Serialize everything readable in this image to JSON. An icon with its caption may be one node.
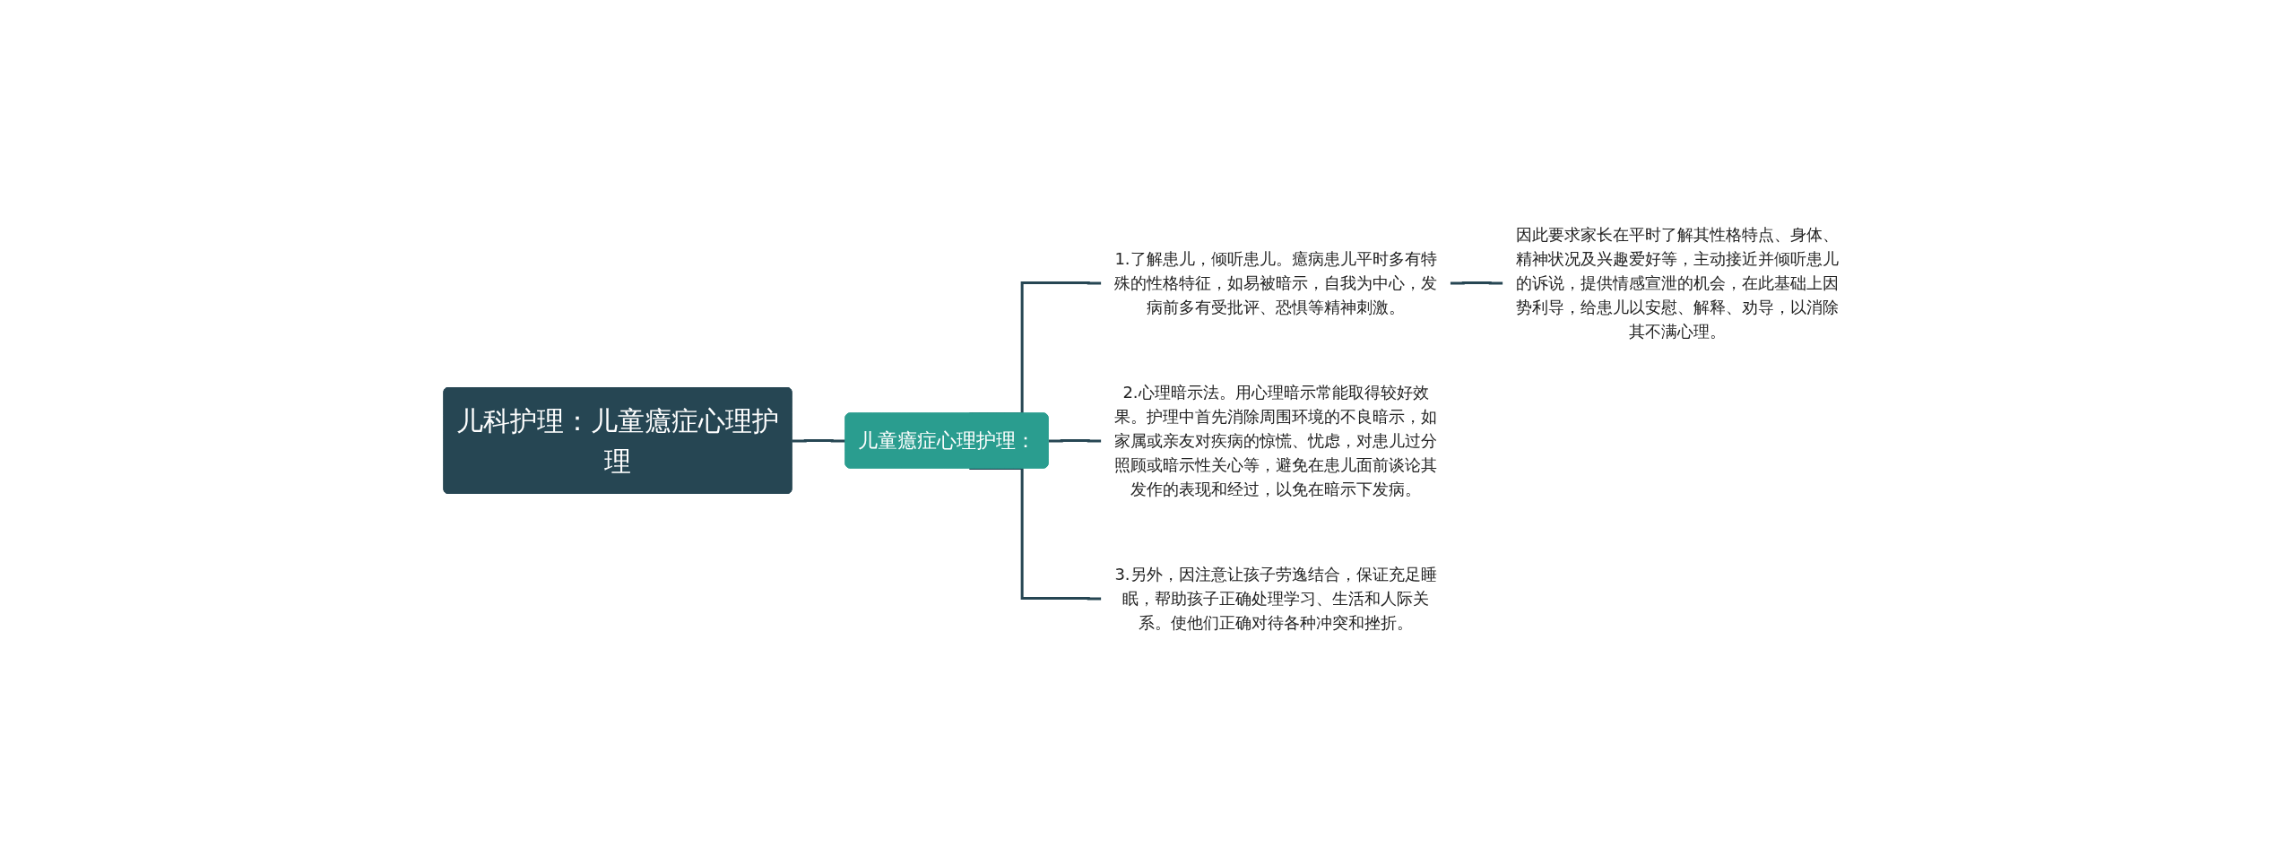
{
  "diagram": {
    "nodes": [
      {
        "text": [
          "儿科护理：儿童癔症心理护理"
        ]
      },
      {
        "text": [
          "儿童癔症心理护理："
        ]
      },
      {
        "text": [
          "1.了解患儿，倾听患儿。癔病患儿平时多有特殊的性格特征，如易被暗示，自我为中心，发病前多有受批评、恐惧等精神刺激。"
        ]
      },
      {
        "text": [
          "2.心理暗示法。用心理暗示常能取得较好效果。护理中首先消除周围环境的不良暗示，如家属或亲友对疾病的惊慌、忧虑，对患儿过分照顾或暗示性关心等，避免在患儿面前谈论其发作的表现和经过，以免在暗示下发病。"
        ]
      },
      {
        "text": [
          "3.另外，因注意让孩子劳逸结合，保证充足睡眠，帮助孩子正确处理学习、生活和人际关系。使他们正确对待各种冲突和挫折。"
        ]
      },
      {
        "text": [
          "因此要求家长在平时了解其性格特点、身体、精神状况及兴趣爱好等，主动接近并倾听患儿的诉说，提供情感宣泄的机会，在此基础上因势利导，给患儿以安慰、解释、劝导，以消除其不满心理。"
        ]
      }
    ],
    "edges": [
      {
        "from": 0,
        "to": 1,
        "arrow": "none"
      },
      {
        "from": 1,
        "to": 2,
        "arrow": "none"
      },
      {
        "from": 1,
        "to": 3,
        "arrow": "none"
      },
      {
        "from": 1,
        "to": 4,
        "arrow": "none"
      },
      {
        "from": 2,
        "to": 5,
        "arrow": "none"
      }
    ]
  }
}
